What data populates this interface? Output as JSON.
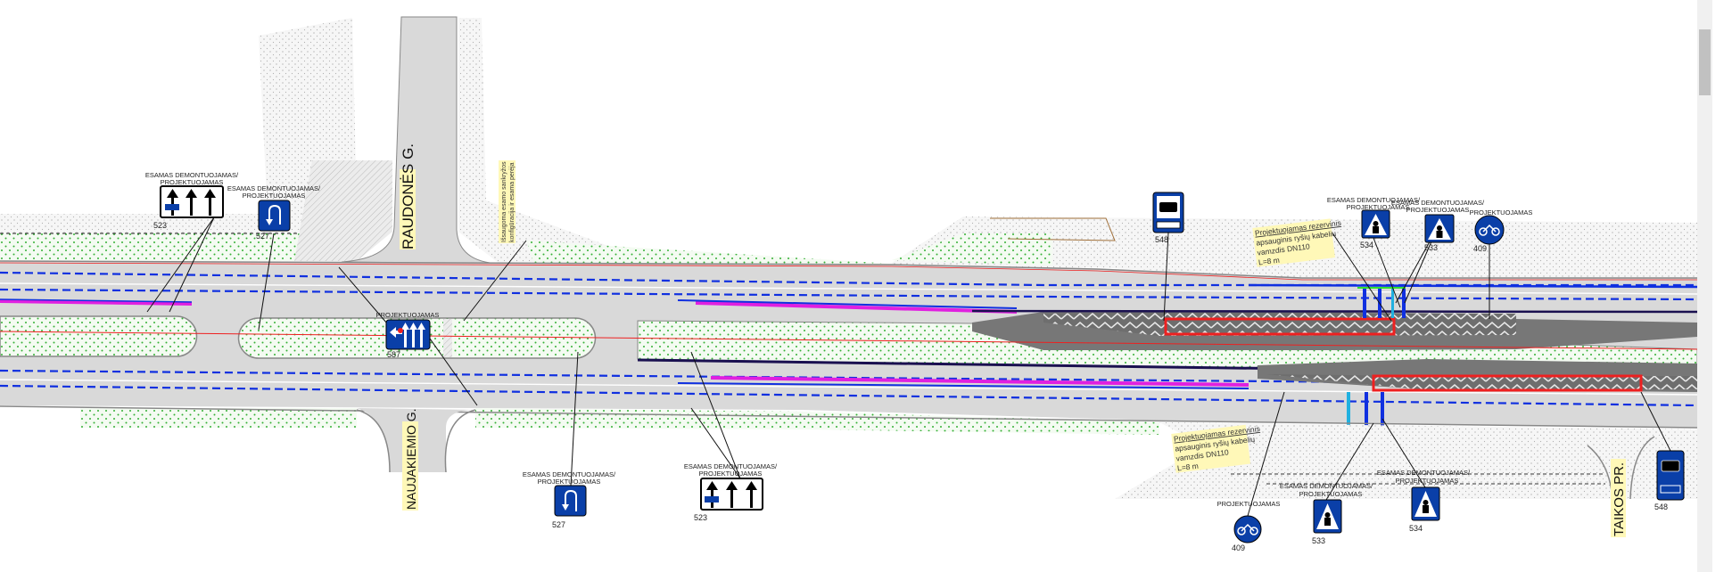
{
  "streets": {
    "raudones": "RAUDONĖS G.",
    "naujakiemio": "NAUJAKIEMIO G.",
    "taikos": "TAIKOS PR."
  },
  "notes": {
    "intersection": [
      "Išsaugoma esamo sankryžos",
      "konfigūracija ir esama perėja"
    ],
    "cable_top": [
      "Projektuojamas rezervinis",
      "apsauginis ryšių kabelių",
      "vamzdis DN110",
      "L=8 m"
    ],
    "cable_bottom": [
      "Projektuojamas rezervinis",
      "apsauginis ryšių kabelių",
      "vamzdis DN110",
      "L=8 m"
    ]
  },
  "sign_labels": {
    "existing": "ESAMAS DEMONTUOJAMAS/",
    "projected": "PROJEKTUOJAMAS"
  },
  "signs": {
    "s523_top": {
      "number": "523",
      "type": "lane-direction"
    },
    "s527_top": {
      "number": "527",
      "type": "u-turn"
    },
    "s587": {
      "number": "587",
      "type": "lane-arrows"
    },
    "s527_bottom": {
      "number": "527",
      "type": "u-turn"
    },
    "s523_bottom": {
      "number": "523",
      "type": "lane-direction"
    },
    "s548_top": {
      "number": "548",
      "type": "bus-stop"
    },
    "s534_top": {
      "number": "534",
      "type": "pedestrian-crossing"
    },
    "s533_top": {
      "number": "533",
      "type": "pedestrian-crossing"
    },
    "s409_top": {
      "number": "409",
      "type": "cycle-path"
    },
    "s409_bottom": {
      "number": "409",
      "type": "cycle-path"
    },
    "s533_bottom": {
      "number": "533",
      "type": "pedestrian-crossing"
    },
    "s534_bottom": {
      "number": "534",
      "type": "pedestrian-crossing"
    },
    "s548_bottom": {
      "number": "548",
      "type": "bus-stop"
    }
  },
  "colors": {
    "sign_blue": "#0a3fa8",
    "grass_dot": "#35b035",
    "lane_blue": "#1030e0",
    "magenta": "#e020e0",
    "red": "#ee2020",
    "note_bg": "#fff8b8",
    "road": "#d9d9d9"
  }
}
